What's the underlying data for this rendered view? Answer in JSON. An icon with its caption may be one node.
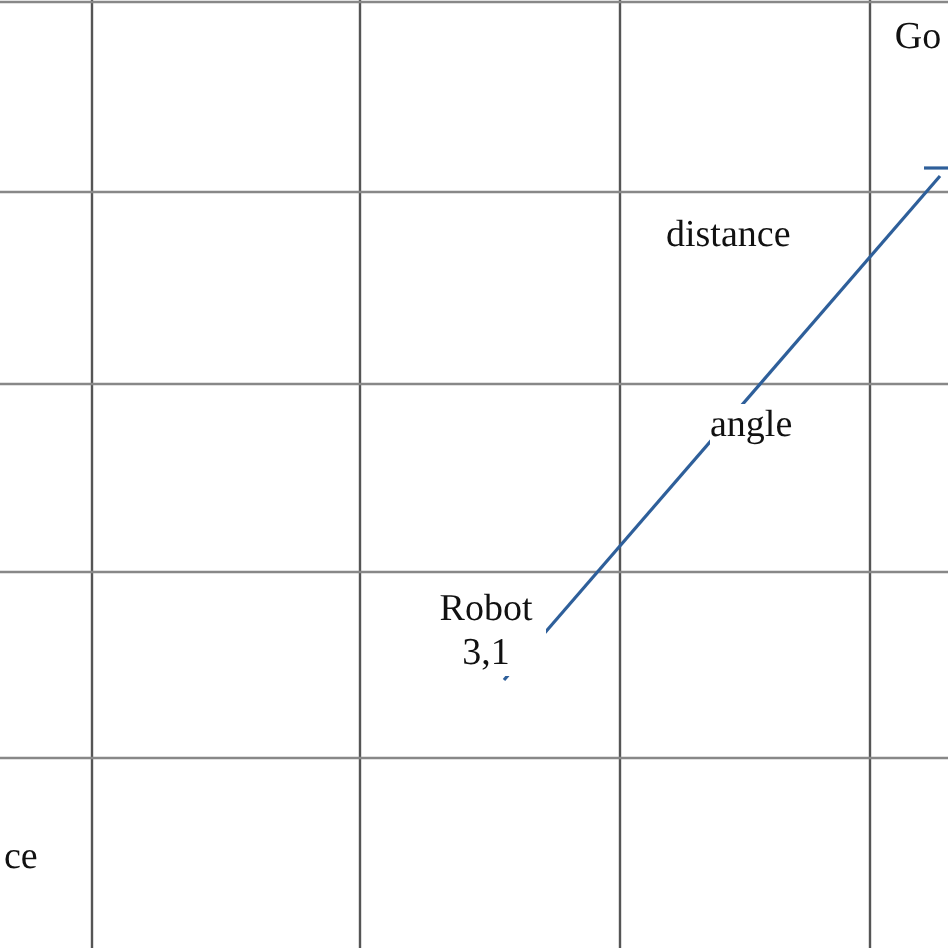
{
  "diagram": {
    "nodes": [
      {
        "text": [
          "Go"
        ]
      },
      {
        "text": [
          "Robot 3,1"
        ]
      }
    ],
    "edges": [
      {
        "from": 1,
        "to": 0,
        "arrow": "none"
      }
    ],
    "labels": [
      "distance",
      "angle",
      "ce"
    ]
  }
}
